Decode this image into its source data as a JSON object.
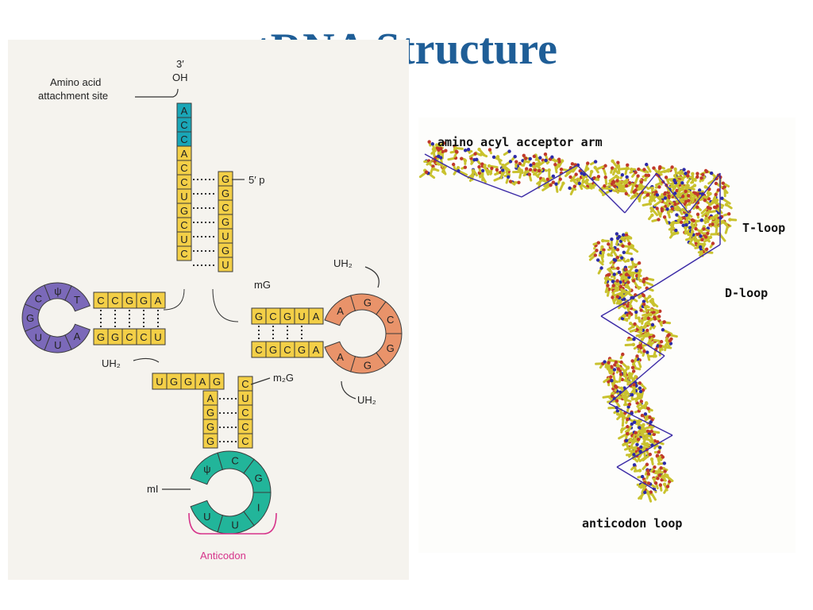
{
  "title": "tRNA Structure",
  "schematic": {
    "three_prime_label": "3′",
    "oh_label": "OH",
    "amino_acid_label_line1": "Amino acid",
    "amino_acid_label_line2": "attachment site",
    "five_prime_label": "5′ p",
    "mg_label": "mG",
    "uh2_top_label": "UH₂",
    "uh2_left_label": "UH₂",
    "uh2_right_label": "UH₂",
    "m2g_label": "m₂G",
    "mi_label": "mI",
    "anticodon_label": "Anticodon",
    "colors": {
      "stem": "#f3cf47",
      "acceptor_end": "#1aa6b7",
      "d_loop": "#7b69b9",
      "t_loop": "#e9936a",
      "anticodon_loop": "#22b59a",
      "anticodon_bracket": "#d6338a",
      "title": "#1f5e97"
    },
    "acceptor_3prime_bases": [
      "A",
      "C",
      "C",
      "A",
      "C",
      "C",
      "U",
      "G",
      "C",
      "U",
      "C"
    ],
    "acceptor_5prime_bases": [
      "G",
      "G",
      "C",
      "G",
      "U",
      "G",
      "U"
    ],
    "d_stem_top": [
      "C",
      "C",
      "G",
      "G",
      "A"
    ],
    "d_stem_bottom": [
      "G",
      "G",
      "C",
      "C",
      "U"
    ],
    "d_loop_bases": [
      "A",
      "U",
      "U",
      "G",
      "C",
      "ψ",
      "T"
    ],
    "t_stem_top": [
      "G",
      "C",
      "G",
      "U",
      "A"
    ],
    "t_stem_bottom": [
      "C",
      "G",
      "C",
      "G",
      "A"
    ],
    "t_loop_bases": [
      "G",
      "C",
      "G",
      "G"
    ],
    "variable_bases": [
      "U",
      "G",
      "G",
      "A",
      "G"
    ],
    "anticodon_stem_left": [
      "A",
      "G",
      "G",
      "G"
    ],
    "anticodon_stem_right": [
      "C",
      "U",
      "C",
      "C",
      "C"
    ],
    "anticodon_loop_bases": [
      "ψ",
      "C",
      "G",
      "I",
      "U",
      "U"
    ]
  },
  "model3d": {
    "acceptor_arm_label": "amino acyl acceptor arm",
    "t_loop_label": "T-loop",
    "d_loop_label": "D-loop",
    "anticodon_loop_label": "anticodon loop"
  }
}
